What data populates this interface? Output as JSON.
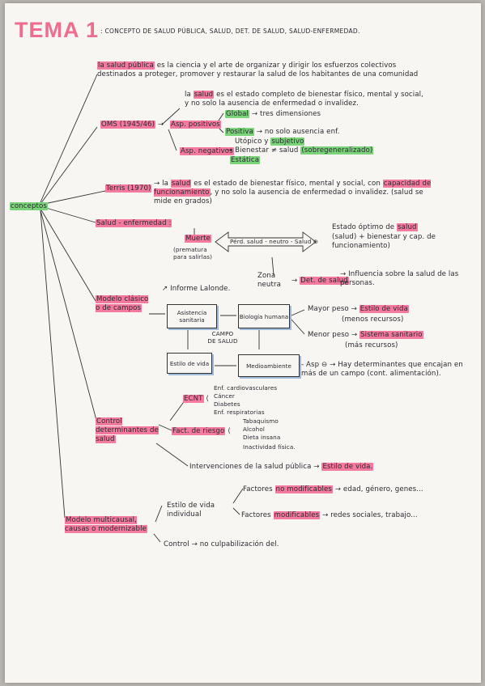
{
  "title": {
    "main": "TEMA 1",
    "sub": ": CONCEPTO DE SALUD PÚBLICA, SALUD, DET. DE SALUD, SALUD-ENFERMEDAD."
  },
  "root": "conceptos",
  "salud_publica": {
    "term": "la salud pública",
    "def": "es la ciencia y el arte de organizar y dirigir los esfuerzos colectivos destinados a proteger, promover y restaurar la salud de los habitantes de una comunidad"
  },
  "oms": {
    "label": "OMS (1945/46)",
    "asp_positivos": "Asp. positivos",
    "asp_negativos": "Asp. negativos",
    "la": "la",
    "salud": "salud",
    "def": "es el estado completo de bienestar físico, mental y social, y no solo la ausencia de enfermedad o invalidez.",
    "global": "Global",
    "global_rest": "→ tres dimensiones",
    "positiva": "Positiva",
    "positiva_rest": "→ no solo ausencia enf.",
    "utopico": "Utópico y",
    "subjetivo": "subjetivo",
    "bienestar_salud": "Bienestar ≠ salud",
    "sobregeneral": "(sobregeneralizado)",
    "estatica": "Estática"
  },
  "terris": {
    "label": "Terris (1970)",
    "la": "→ la",
    "salud": "salud",
    "rest1": "es el estado de bienestar físico, mental y social, con",
    "capacidad": "capacidad de funcionamiento",
    "rest2": ", y no solo la ausencia de enfermedad o invalidez. (salud se mide en grados)"
  },
  "salud_enfermedad": {
    "label": "Salud - enfermedad :",
    "muerte": "Muerte",
    "prematura": "(prematura para salirlas)",
    "arrow": "Pérd. salud - neutro - Salud ⊕",
    "estado_optimo": "Estado óptimo de",
    "salud": "salud",
    "optimo_rest": "(salud) + bienestar y cap. de funcionamiento)",
    "zona_neutra": "Zona neutra",
    "det_salud": "Det. de salud",
    "influencia": "→ Influencia sobre la salud de las personas."
  },
  "modelo_clasico": {
    "label": "Modelo clásico o de campos",
    "informe": "Informe Lalonde.",
    "box_biologia_sanitaria": "Asistencia sanitaria",
    "box_biologia_humana": "Biología humana",
    "box_campo": "CAMPO DE SALUD",
    "box_estilo": "Estilo de vida",
    "box_medio": "Medioambiente",
    "mayor_peso": "Mayor peso →",
    "estilo_vida": "Estilo de vida",
    "menos_recursos": "(menos recursos)",
    "menor_peso": "Menor peso →",
    "sistema_sanitario": "Sistema sanitario",
    "mas_recursos": "(más recursos)",
    "asp_neg": "- Asp ⊖ → Hay determinantes que encajan en más de un campo (cont. alimentación)."
  },
  "control": {
    "label": "Control determinantes de salud",
    "ecnt": "ECNT",
    "ecnt_items": [
      "Enf. cardiovasculares",
      "Cáncer",
      "Diabetes",
      "Enf. respiratorias"
    ],
    "fact_riesgo": "Fact. de riesgo",
    "riesgo_items": [
      "Tabaquismo",
      "Alcohol",
      "Dieta insana",
      "Inactividad física."
    ],
    "intervenciones": "Intervenciones de la salud pública →",
    "estilo_vida": "Estilo de vida."
  },
  "modelo_multicausal": {
    "label": "Modelo multicausal, causas o modernizable",
    "estilo_individual": "Estilo de vida individual",
    "factores": "Factores",
    "no_modificables": "no modificables",
    "no_mod_rest": "→ edad, género, genes...",
    "factores2": "Factores",
    "modificables": "modificables",
    "mod_rest": "→ redes sociales, trabajo...",
    "control": "Control → no culpabilización del."
  }
}
